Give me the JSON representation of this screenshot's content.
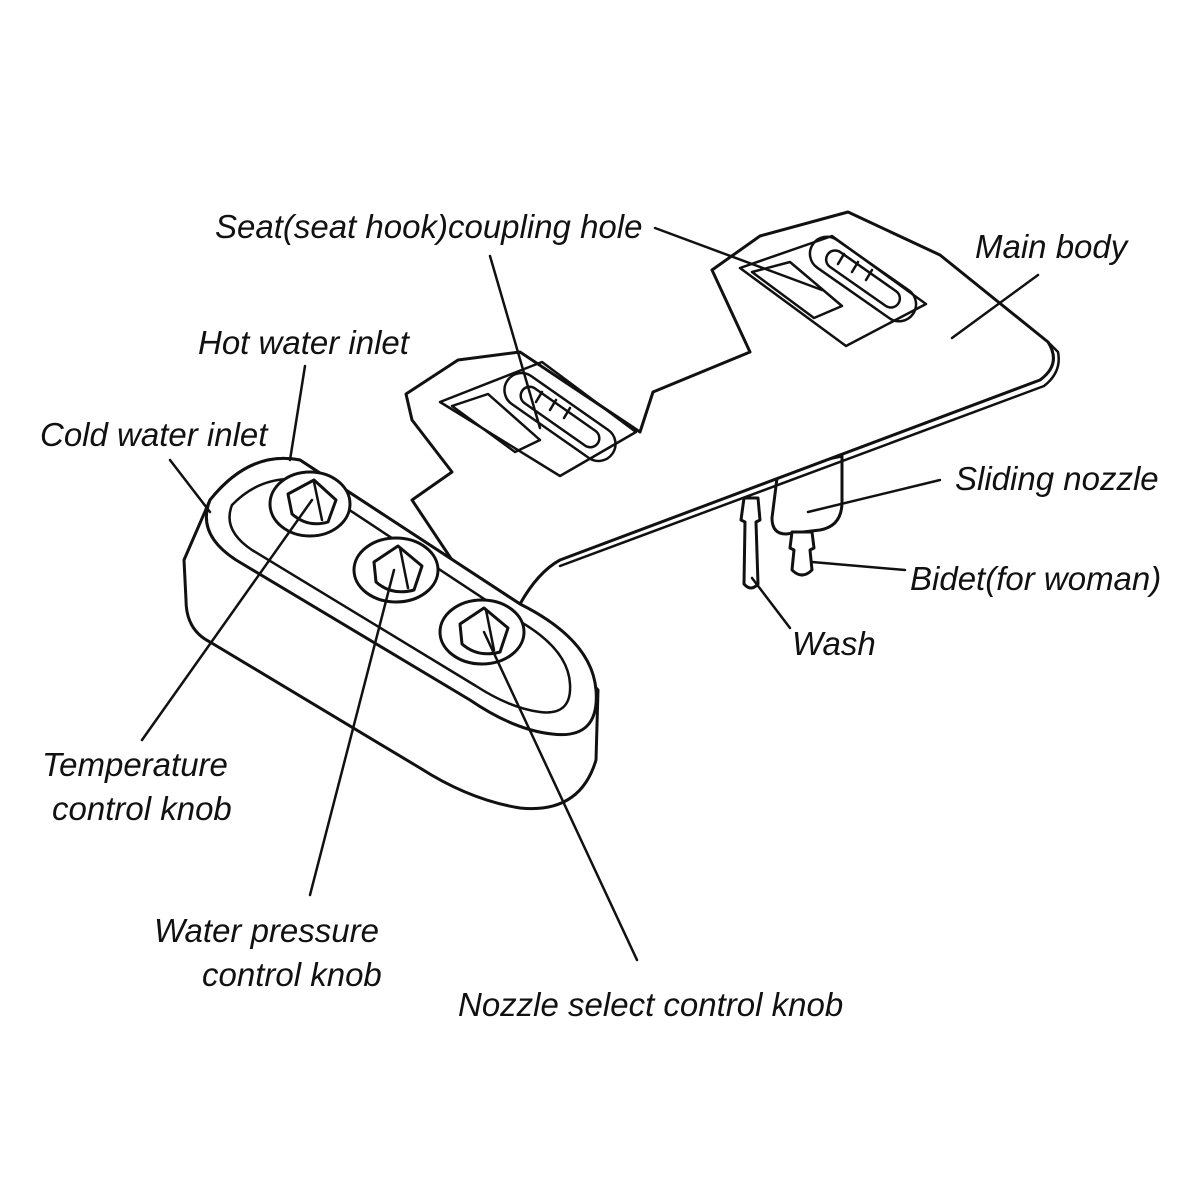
{
  "labels": {
    "seat_coupling_hole": "Seat(seat hook)coupling hole",
    "main_body": "Main body",
    "hot_water_inlet": "Hot water inlet",
    "cold_water_inlet": "Cold water inlet",
    "sliding_nozzle": "Sliding nozzle",
    "bidet": "Bidet(for woman)",
    "wash": "Wash",
    "temperature_knob_line1": "Temperature",
    "temperature_knob_line2": "control knob",
    "pressure_knob_line1": "Water pressure",
    "pressure_knob_line2": "control knob",
    "nozzle_select_knob": "Nozzle select control knob"
  },
  "colors": {
    "line": "#111111",
    "background": "#ffffff"
  }
}
